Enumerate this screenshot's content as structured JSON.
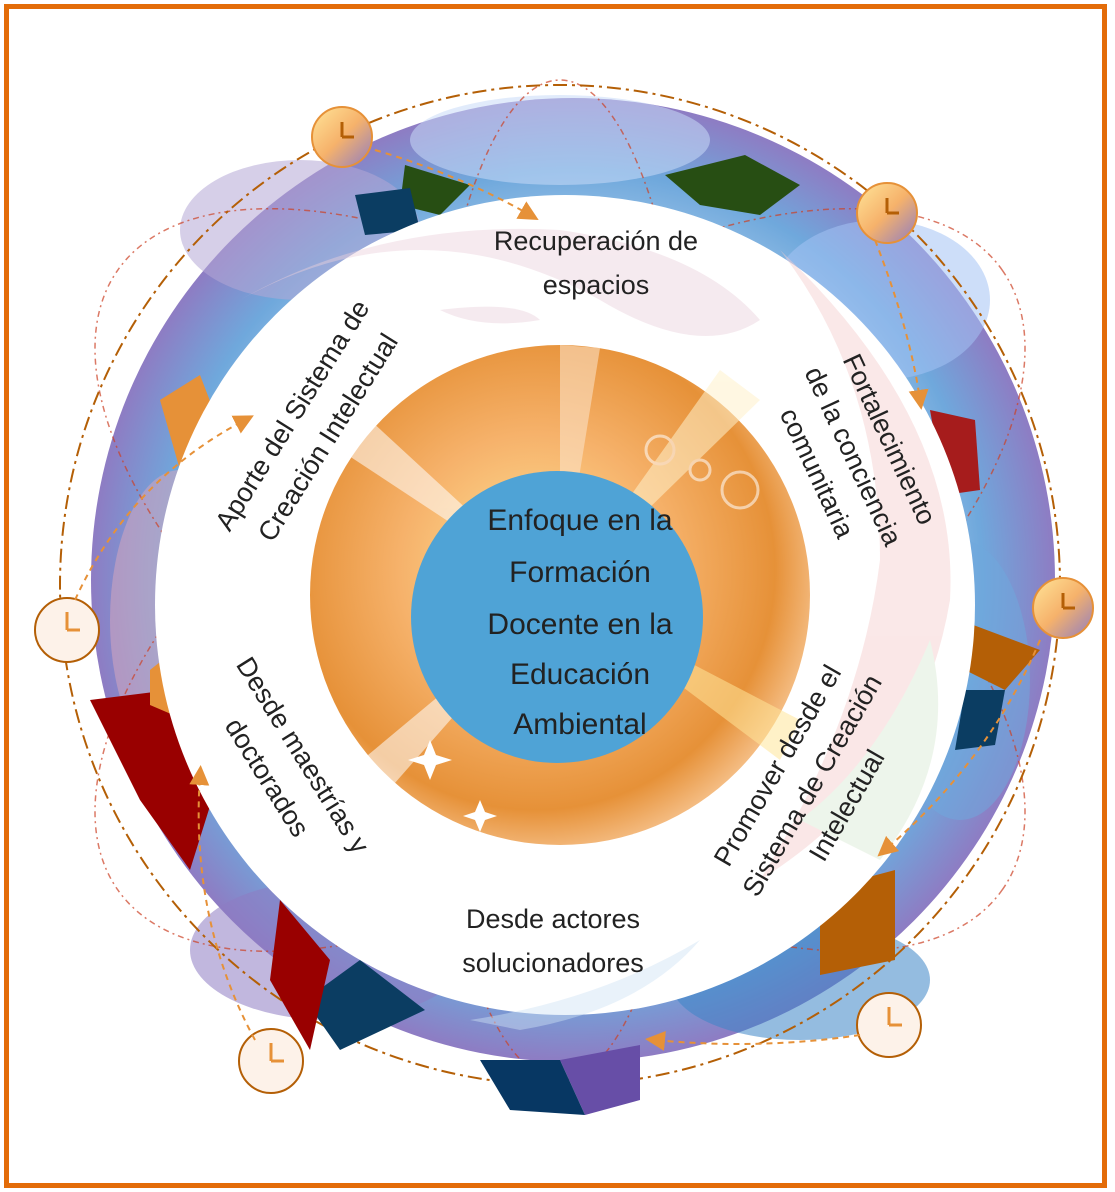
{
  "center": {
    "line1": "Enfoque en la",
    "line2": "Formación",
    "line3": "Docente en la",
    "line4": "Educación",
    "line5": "Ambiental",
    "color": "#4fa3d6"
  },
  "segments": {
    "top": {
      "line1": "Recuperación de",
      "line2": "espacios"
    },
    "upper_left": {
      "line1": "Aporte del Sistema de",
      "line2": "Creación Intelectual"
    },
    "upper_right": {
      "line1": "Fortalecimiento",
      "line2": "de la conciencia",
      "line3": "comunitaria"
    },
    "lower_left": {
      "line1": "Desde maestrías y",
      "line2": "doctorados"
    },
    "lower_right": {
      "line1": "Promover desde el",
      "line2": "Sistema de Creación",
      "line3": "Intelectual"
    },
    "bottom": {
      "line1": "Desde actores",
      "line2": "solucionadores"
    }
  },
  "colors": {
    "frame": "#e36c09",
    "outer_ring": "#6fa8dc",
    "outer_ring_accent": "#8e7cc3",
    "accent_orange": "#e69138",
    "inner_orange": "#f6b26b"
  },
  "icons": [
    "clock-icon",
    "arrow-icon",
    "ribbon-icon"
  ]
}
